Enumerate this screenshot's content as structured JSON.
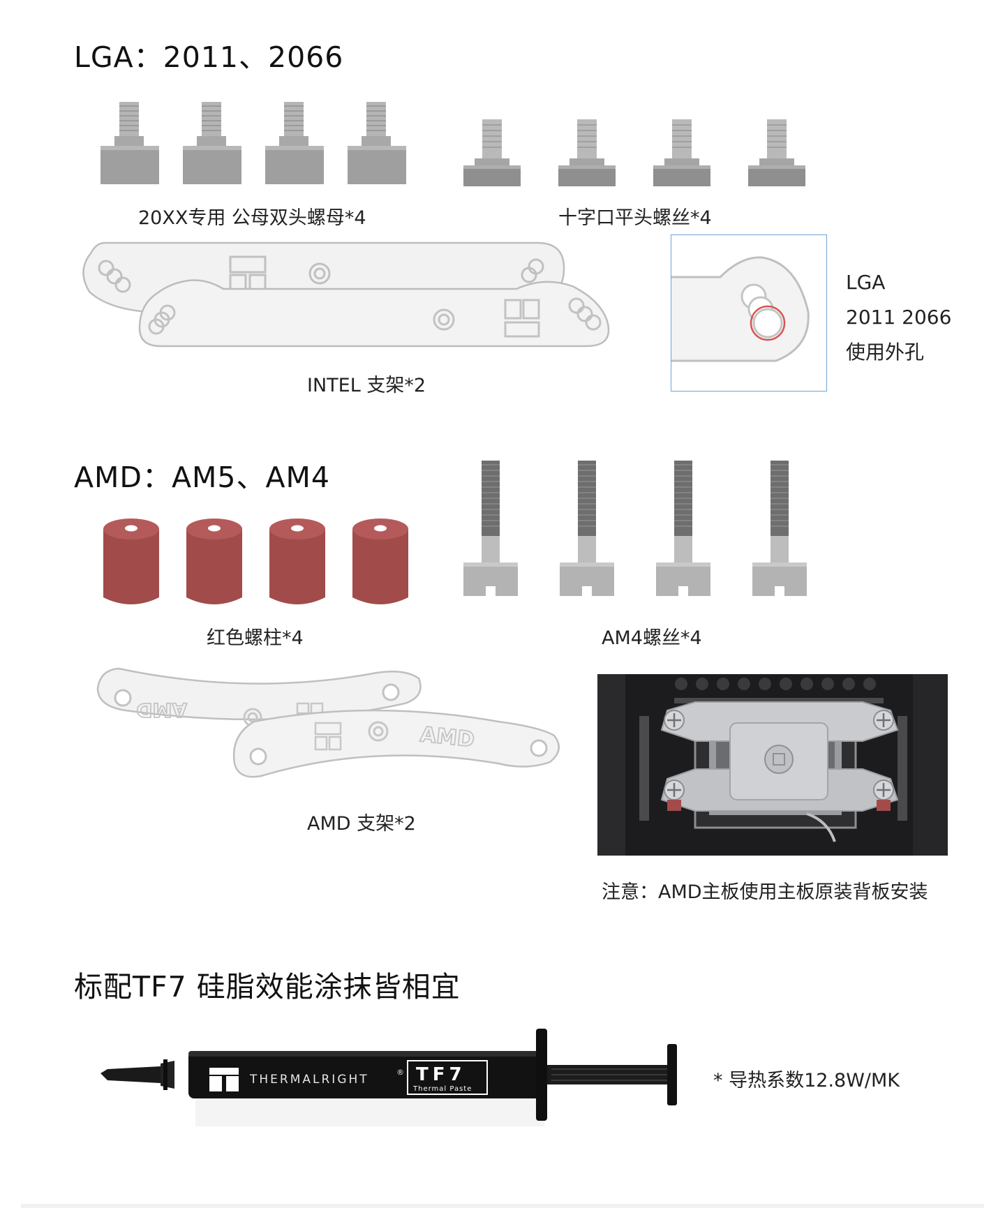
{
  "lga": {
    "title": "LGA：2011、2066",
    "nut_caption": "20XX专用 公母双头螺母*4",
    "screw_caption": "十字口平头螺丝*4",
    "bracket_caption": "INTEL 支架*2",
    "note_lines": [
      "LGA",
      "2011 2066",
      "使用外孔"
    ],
    "inset_border_color": "#6fa2d6",
    "highlight_color": "#d9534f"
  },
  "amd": {
    "title": "AMD：AM5、AM4",
    "standoff_caption": "红色螺柱*4",
    "screw_caption": "AM4螺丝*4",
    "bracket_caption": "AMD 支架*2",
    "bracket_logo": "AMD",
    "standoff_color": "#a64e4e",
    "notice": "注意：AMD主板使用主板原装背板安装"
  },
  "paste": {
    "title": "标配TF7 硅脂效能涂抹皆相宜",
    "brand": "THERMALRIGHT",
    "registered": "®",
    "model": "TF7",
    "model_sub": "Thermal Paste",
    "spec": "* 导热系数12.8W/MK"
  }
}
